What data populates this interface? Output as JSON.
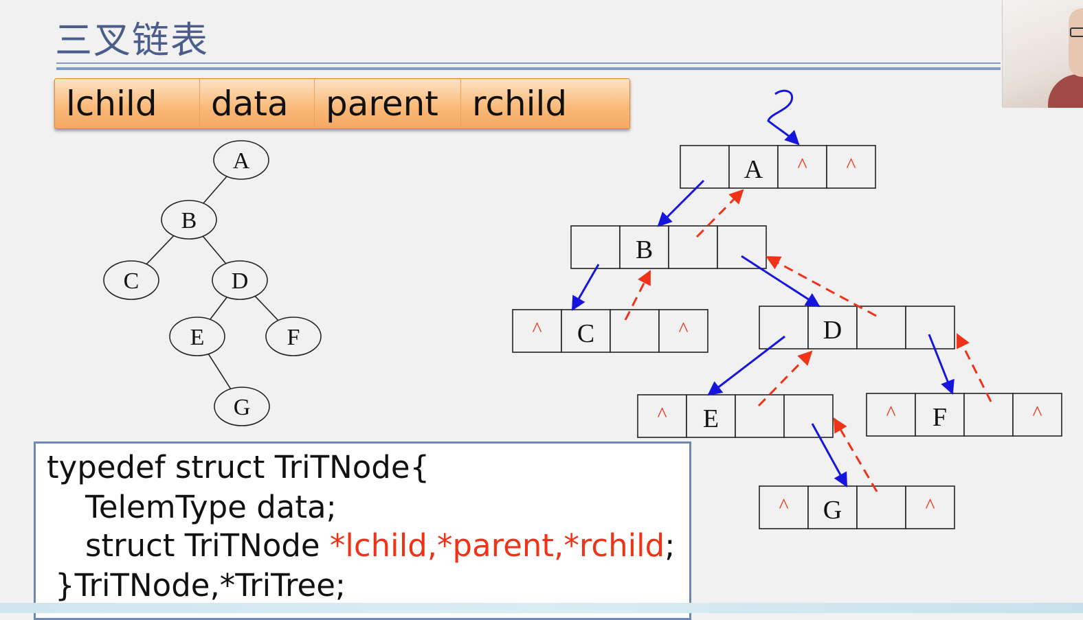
{
  "slide": {
    "title": "三叉链表"
  },
  "struct_fields": [
    "lchild",
    "data",
    "parent",
    "rchild"
  ],
  "tree": {
    "nodes": [
      "A",
      "B",
      "C",
      "D",
      "E",
      "F",
      "G"
    ],
    "edges": [
      [
        "A",
        "B"
      ],
      [
        "B",
        "C"
      ],
      [
        "B",
        "D"
      ],
      [
        "D",
        "E"
      ],
      [
        "D",
        "F"
      ],
      [
        "E",
        "G"
      ]
    ]
  },
  "linked": {
    "null_symbol": "^",
    "nodes": [
      {
        "id": "A",
        "cells": [
          "",
          "A",
          "^",
          "^"
        ]
      },
      {
        "id": "B",
        "cells": [
          "",
          "B",
          "",
          ""
        ]
      },
      {
        "id": "C",
        "cells": [
          "^",
          "C",
          "",
          "^"
        ]
      },
      {
        "id": "D",
        "cells": [
          "",
          "D",
          "",
          ""
        ]
      },
      {
        "id": "E",
        "cells": [
          "^",
          "E",
          "",
          ""
        ]
      },
      {
        "id": "F",
        "cells": [
          "^",
          "F",
          "",
          "^"
        ]
      },
      {
        "id": "G",
        "cells": [
          "^",
          "G",
          "",
          "^"
        ]
      }
    ],
    "child_links": [
      [
        "A",
        "B"
      ],
      [
        "B",
        "C"
      ],
      [
        "B",
        "D"
      ],
      [
        "D",
        "E"
      ],
      [
        "D",
        "F"
      ],
      [
        "E",
        "G"
      ]
    ],
    "parent_links": [
      [
        "B",
        "A"
      ],
      [
        "C",
        "B"
      ],
      [
        "D",
        "B"
      ],
      [
        "E",
        "D"
      ],
      [
        "F",
        "D"
      ],
      [
        "G",
        "E"
      ]
    ]
  },
  "code": {
    "line1": "typedef struct TriTNode{",
    "line2": "TelemType data;",
    "line3_prefix": "struct TriTNode ",
    "line3_fields": "*lchild,*parent,*rchild",
    "line3_suffix": ";",
    "line4": "}TriTNode,*TriTree;"
  },
  "colors": {
    "title": "#4b5d8a",
    "child_pointer": "#1515dd",
    "parent_pointer": "#ef3318",
    "highlight_text": "#ef3318"
  }
}
